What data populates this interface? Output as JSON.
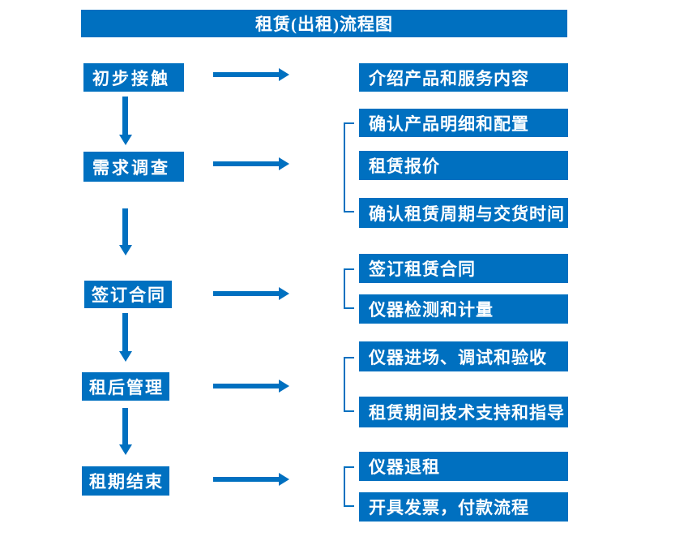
{
  "title": "租赁(出租)流程图",
  "colors": {
    "primary": "#0070C0",
    "on-primary": "#FFFFFF",
    "canvas": "#FFFFFF"
  },
  "stages": [
    {
      "label": "初步接触"
    },
    {
      "label": "需求调查"
    },
    {
      "label": "签订合同"
    },
    {
      "label": "租后管理"
    },
    {
      "label": "租期结束"
    }
  ],
  "details": [
    {
      "label": "介绍产品和服务内容"
    },
    {
      "label": "确认产品明细和配置"
    },
    {
      "label": "租赁报价"
    },
    {
      "label": "确认租赁周期与交货时间"
    },
    {
      "label": "签订租赁合同"
    },
    {
      "label": "仪器检测和计量"
    },
    {
      "label": "仪器进场、调试和验收"
    },
    {
      "label": "租赁期间技术支持和指导"
    },
    {
      "label": "仪器退租"
    },
    {
      "label": "开具发票，付款流程"
    }
  ],
  "connections": [
    {
      "stage": "初步接触",
      "details": [
        "介绍产品和服务内容"
      ]
    },
    {
      "stage": "需求调查",
      "details": [
        "确认产品明细和配置",
        "租赁报价",
        "确认租赁周期与交货时间"
      ]
    },
    {
      "stage": "签订合同",
      "details": [
        "签订租赁合同",
        "仪器检测和计量"
      ]
    },
    {
      "stage": "租后管理",
      "details": [
        "仪器进场、调试和验收",
        "租赁期间技术支持和指导"
      ]
    },
    {
      "stage": "租期结束",
      "details": [
        "仪器退租",
        "开具发票，付款流程"
      ]
    }
  ]
}
